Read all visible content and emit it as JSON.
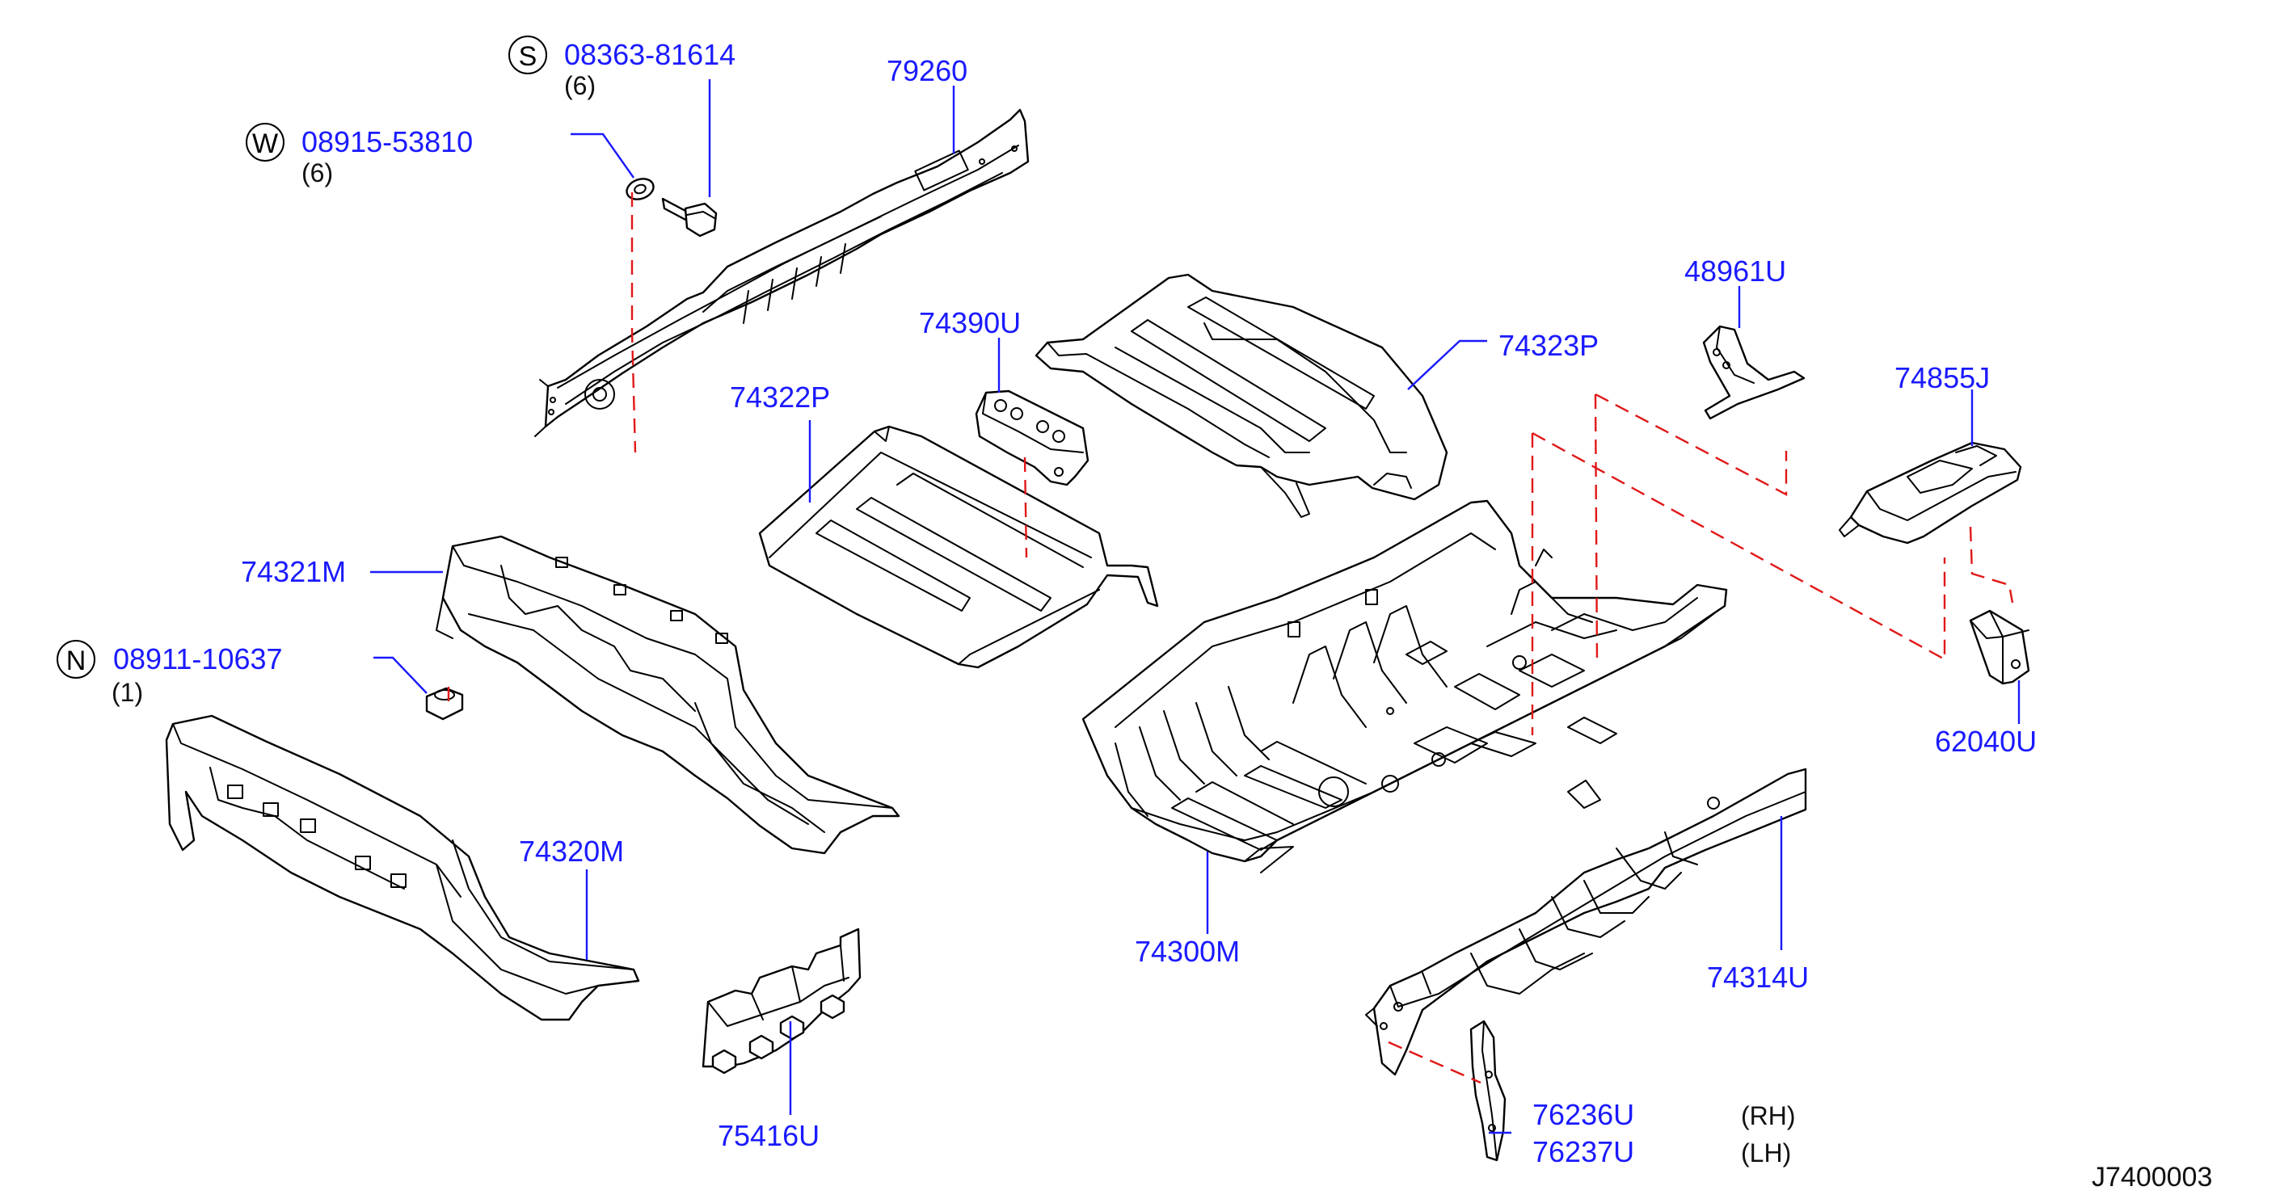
{
  "fasteners": [
    {
      "letter": "S",
      "part_no": "08363-81614",
      "qty": "(6)"
    },
    {
      "letter": "W",
      "part_no": "08915-53810",
      "qty": "(6)"
    },
    {
      "letter": "N",
      "part_no": "08911-10637",
      "qty": "(1)"
    }
  ],
  "parts": {
    "p79260": "79260",
    "p74390U": "74390U",
    "p74322P": "74322P",
    "p74323P": "74323P",
    "p48961U": "48961U",
    "p74855J": "74855J",
    "p74321M": "74321M",
    "p62040U": "62040U",
    "p74320M": "74320M",
    "p74300M": "74300M",
    "p74314U": "74314U",
    "p75416U": "75416U",
    "p76236U": "76236U",
    "p76237U": "76237U"
  },
  "sides": {
    "rh": "(RH)",
    "lh": "(LH)"
  },
  "diagram_ref": "J7400003",
  "colors": {
    "label": "#1a1aff",
    "dash": "#e01818",
    "line": "#000000"
  }
}
